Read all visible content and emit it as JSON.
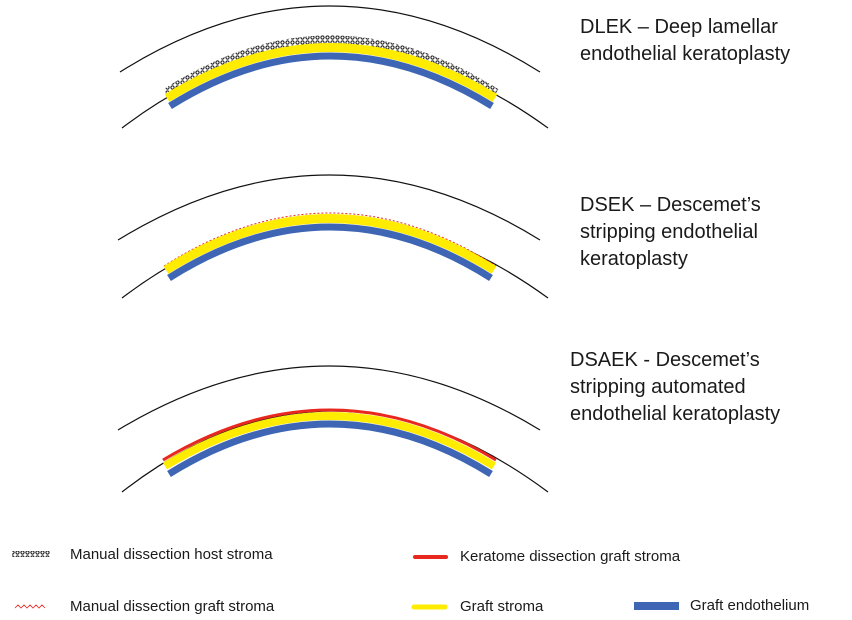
{
  "panels": [
    {
      "title_line1": "DLEK – Deep lamellar",
      "title_line2": "endothelial keratoplasty",
      "top_layer": "manual-dissection-host-stroma"
    },
    {
      "title_line1": "DSEK – Descemet’s",
      "title_line2": "stripping endothelial",
      "title_line3": "keratoplasty",
      "top_layer": "manual-dissection-graft-stroma"
    },
    {
      "title_line1": "DSAEK - Descemet’s",
      "title_line2": "stripping automated",
      "title_line3": "endothelial keratoplasty",
      "top_layer": "keratome-dissection-graft-stroma"
    }
  ],
  "legend": {
    "manual_host": "Manual dissection host stroma",
    "manual_graft": "Manual dissection graft stroma",
    "keratome_graft": "Keratome dissection graft stroma",
    "graft_stroma": "Graft stroma",
    "graft_endothelium": "Graft endothelium"
  },
  "colors": {
    "graft_stroma": "#ffec00",
    "graft_endothelium": "#3e66b4",
    "keratome_graft_stroma": "#e8281f",
    "manual_graft_stroma": "#e8281f",
    "manual_host_stroma": "#111111",
    "cornea_outline": "#111111"
  }
}
